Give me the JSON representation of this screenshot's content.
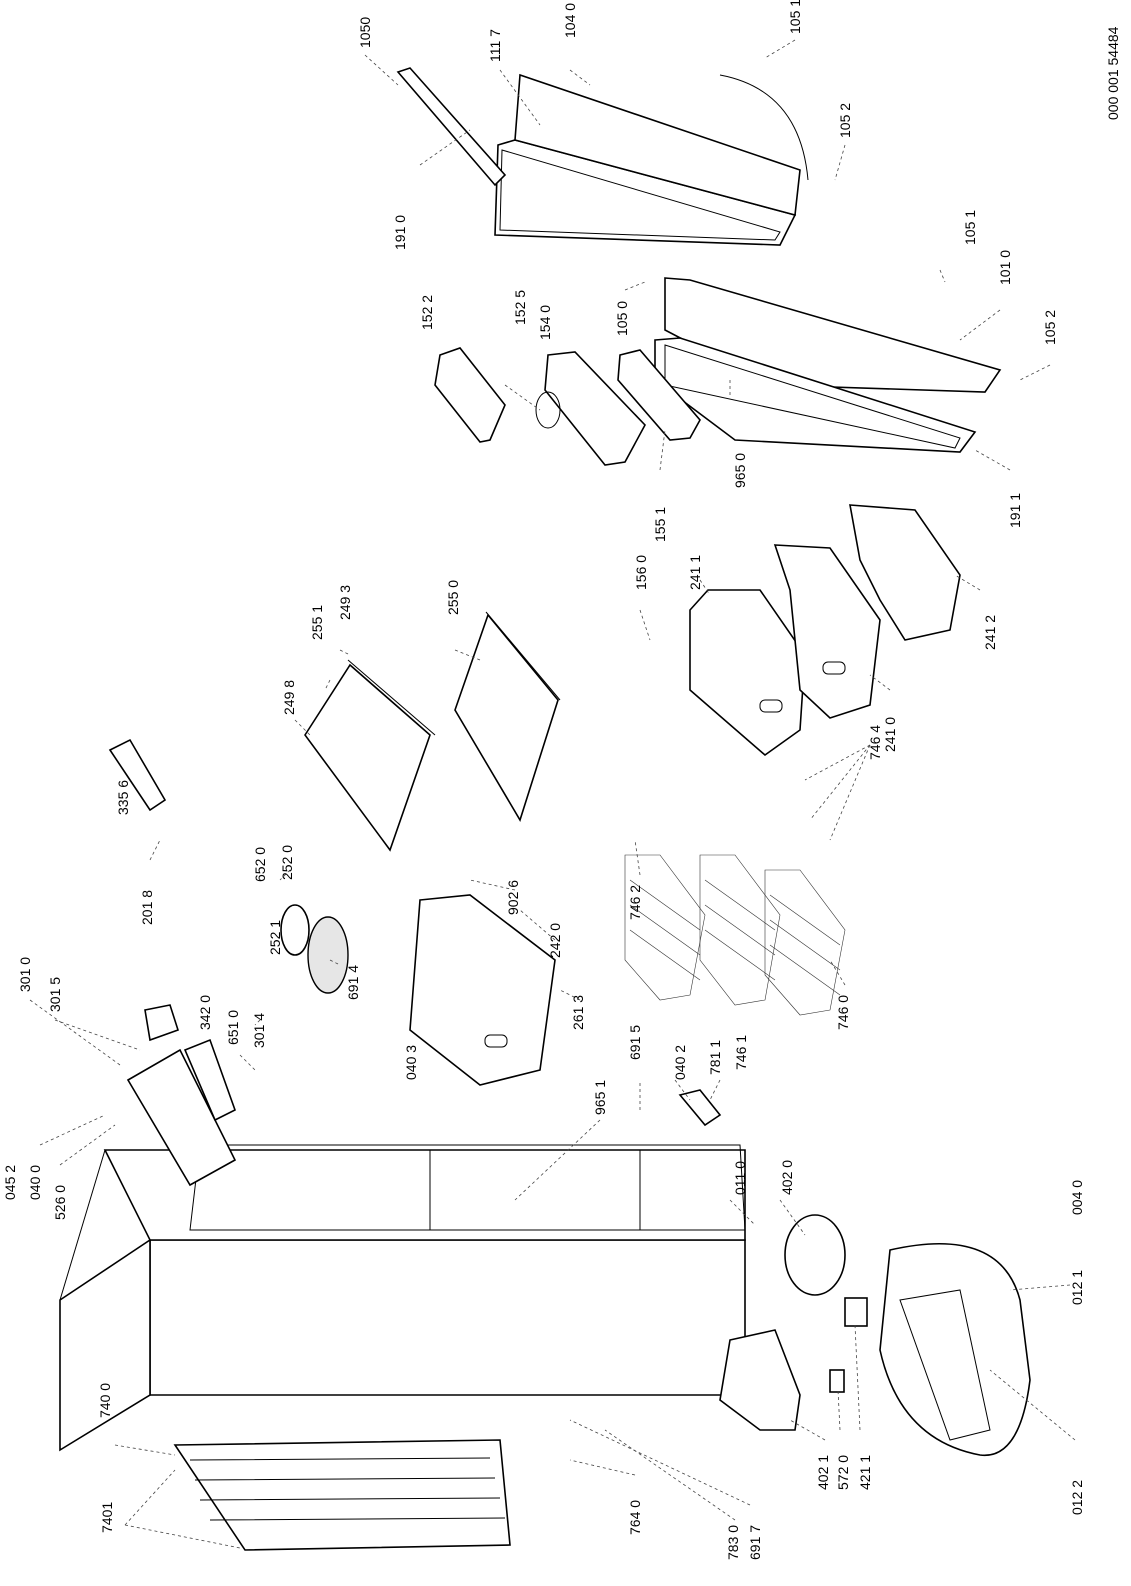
{
  "doc_id": "000 001 54484",
  "labels": {
    "l1050": "1050",
    "l1117": "111 7",
    "l1040": "104 0",
    "l1051a": "105 1",
    "l1052a": "105 2",
    "l1910": "191 0",
    "l1051b": "105 1",
    "l1010": "101 0",
    "l1052b": "105 2",
    "l1050b": "105 0",
    "l1540": "154 0",
    "l1525": "152 5",
    "l1522": "152 2",
    "l9650a": "965 0",
    "l1551": "155 1",
    "l1911": "191 1",
    "l1560": "156 0",
    "l2411": "241 1",
    "l2412": "241 2",
    "l2410": "241 0",
    "l7464": "746 4",
    "l2550": "255 0",
    "l2493": "249 3",
    "l2551": "255 1",
    "l2498": "249 8",
    "l3356": "335 6",
    "l2018": "201 8",
    "l6520": "652 0",
    "l2520": "252 0",
    "l2521": "252 1",
    "l6914": "691 4",
    "l9026": "902 6",
    "l2420": "242 0",
    "l2613": "261 3",
    "l7462": "746 2",
    "l7460": "746 0",
    "l3010": "301 0",
    "l3015": "301 5",
    "l3420": "342 0",
    "l6510": "651 0",
    "l3014": "301 4",
    "l0403": "040 3",
    "l9651": "965 1",
    "l6915": "691 5",
    "l0402": "040 2",
    "l7811": "781 1",
    "l7461": "746 1",
    "l0452": "045 2",
    "l0400": "040 0",
    "l5260": "526 0",
    "l0110": "011 0",
    "l4020": "402 0",
    "l0040": "004 0",
    "l0121": "012 1",
    "l0122": "012 2",
    "l7400": "740 0",
    "l7401": "7401",
    "l7640": "764 0",
    "l7830": "783 0",
    "l6917": "691 7",
    "l4021": "402 1",
    "l5720": "572 0",
    "l4211": "421 1"
  }
}
